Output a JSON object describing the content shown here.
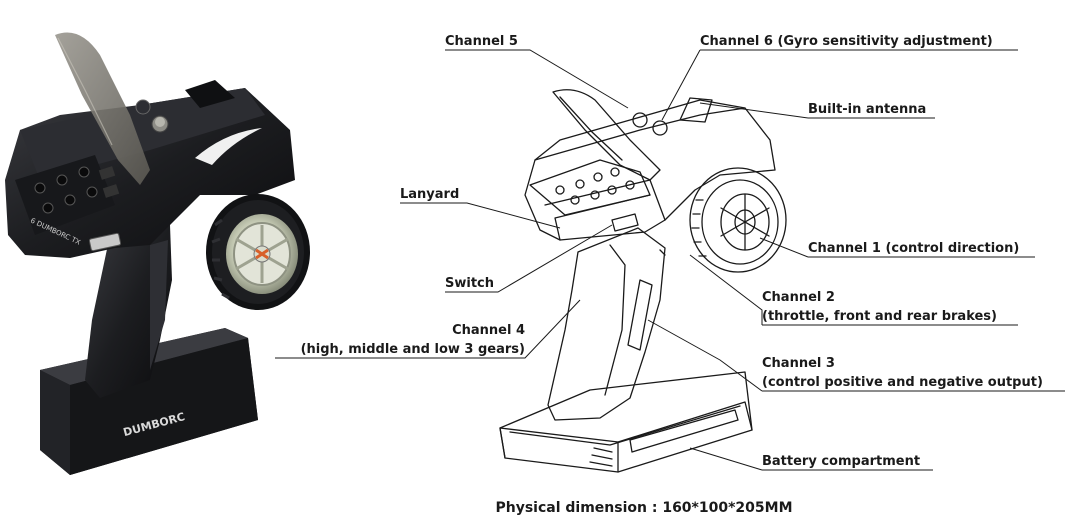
{
  "product": {
    "brand": "DUMBORC",
    "model": "6  DUMBORC  TX"
  },
  "callouts": {
    "channel5": "Channel 5",
    "channel6": "Channel 6 (Gyro sensitivity adjustment)",
    "antenna": "Built-in antenna",
    "lanyard": "Lanyard",
    "channel1": "Channel 1 (control direction)",
    "switch": "Switch",
    "channel2_line1": "Channel 2",
    "channel2_line2": "(throttle, front and rear brakes)",
    "channel4_line1": "Channel 4",
    "channel4_line2": "(high, middle and low 3 gears)",
    "channel3_line1": "Channel 3",
    "channel3_line2": "(control positive and negative output)",
    "battery": "Battery compartment"
  },
  "footer": {
    "dimension": "Physical dimension : 160*100*205MM"
  },
  "colors": {
    "body": "#1c1d20",
    "wheel_rim": "#c9cdb8",
    "lid": "#7d7a74",
    "text": "#1a1a1a"
  }
}
